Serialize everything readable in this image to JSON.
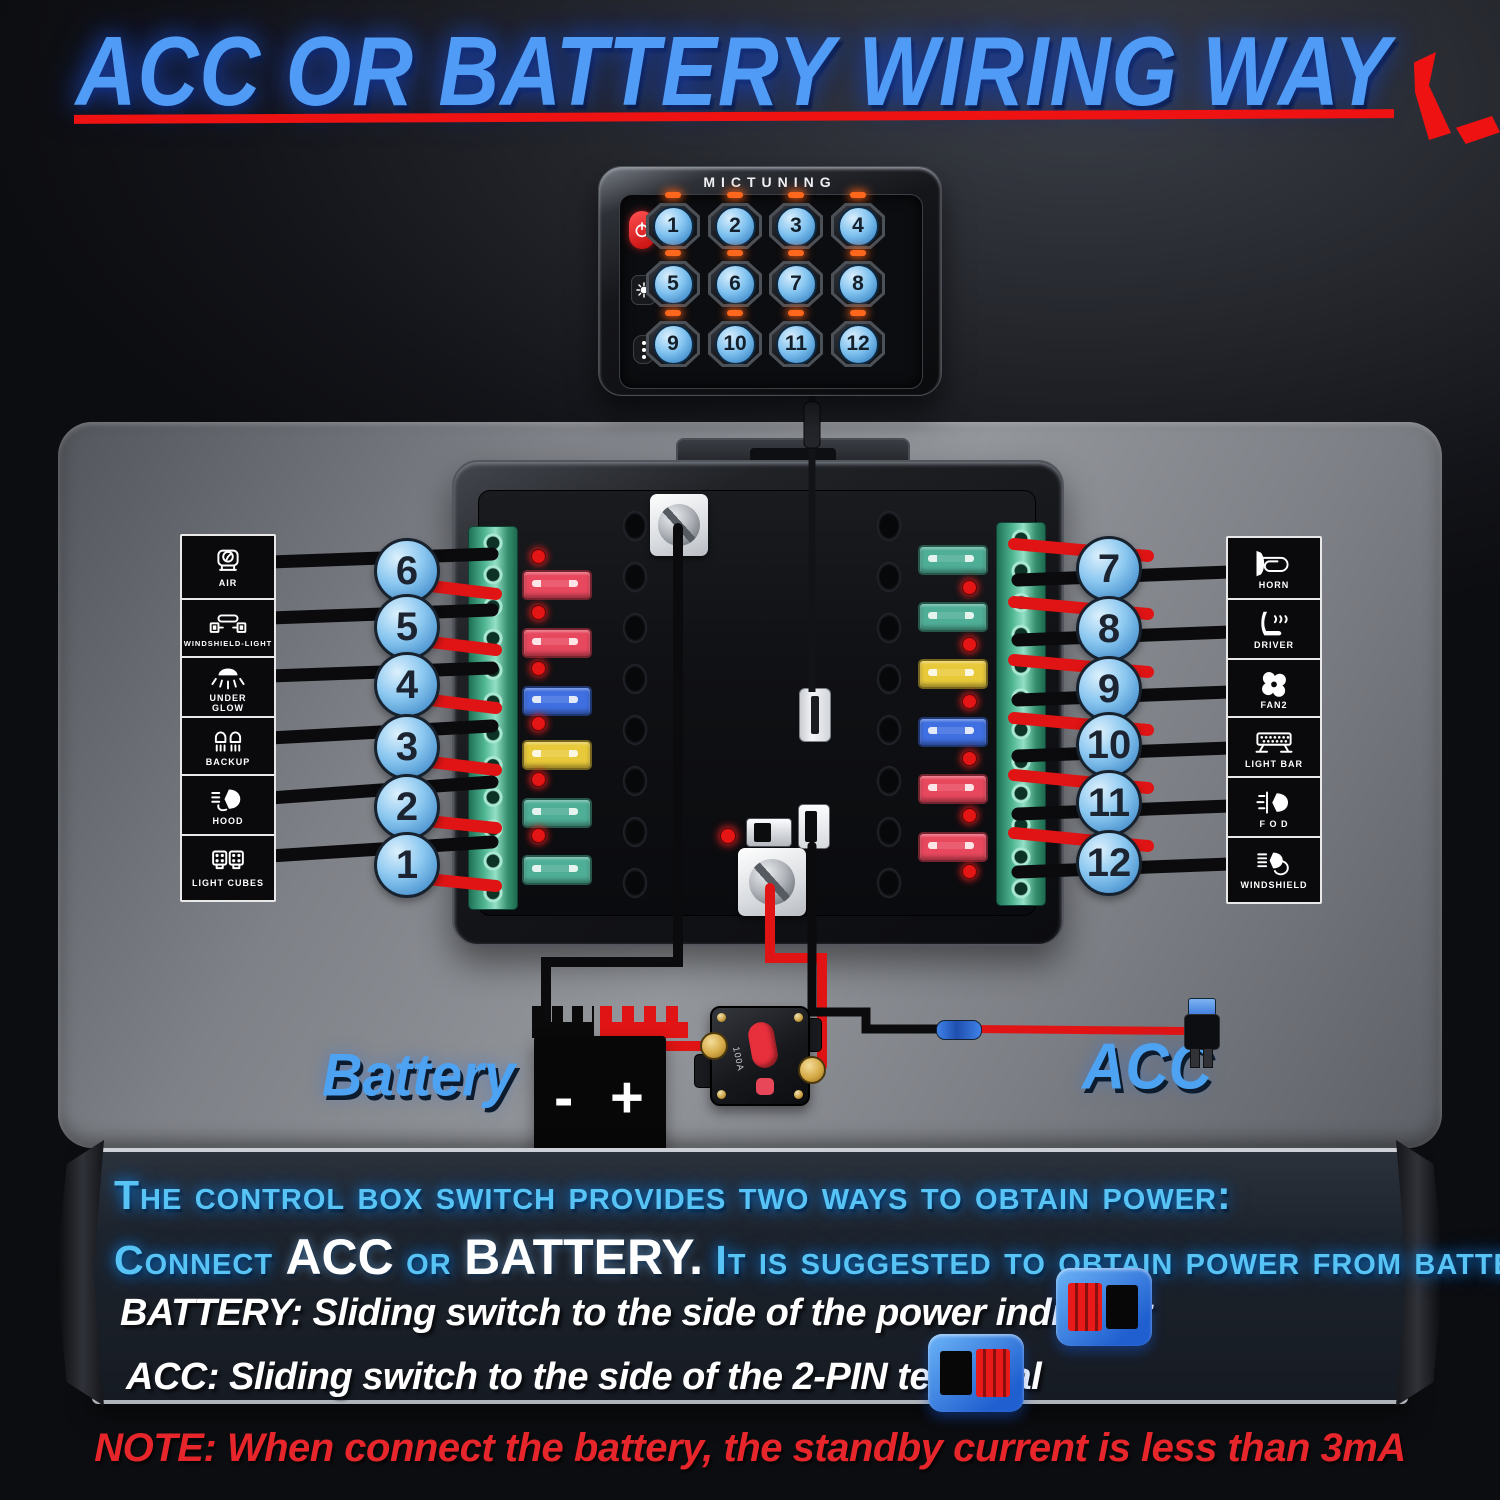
{
  "title": "ACC OR BATTERY WIRING WAY",
  "panel": {
    "brand": "MICTUNING",
    "buttons": [
      "1",
      "2",
      "3",
      "4",
      "5",
      "6",
      "7",
      "8",
      "9",
      "10",
      "11",
      "12"
    ],
    "side_buttons": [
      "power",
      "brightness",
      "mode"
    ]
  },
  "left_channels": [
    {
      "num": "6",
      "label": "AIR",
      "icon": "air-icon"
    },
    {
      "num": "5",
      "label": "WINDSHIELD-LIGHT",
      "icon": "windshield-light-icon"
    },
    {
      "num": "4",
      "label": "UNDER\nGLOW",
      "icon": "under-glow-icon"
    },
    {
      "num": "3",
      "label": "BACKUP",
      "icon": "backup-icon"
    },
    {
      "num": "2",
      "label": "HOOD",
      "icon": "hood-icon"
    },
    {
      "num": "1",
      "label": "LIGHT CUBES",
      "icon": "light-cubes-icon"
    }
  ],
  "right_channels": [
    {
      "num": "7",
      "label": "HORN",
      "icon": "horn-icon"
    },
    {
      "num": "8",
      "label": "DRIVER",
      "icon": "driver-icon"
    },
    {
      "num": "9",
      "label": "FAN2",
      "icon": "fan-icon"
    },
    {
      "num": "10",
      "label": "LIGHT BAR",
      "icon": "light-bar-icon"
    },
    {
      "num": "11",
      "label": "F O D",
      "icon": "fog-light-icon"
    },
    {
      "num": "12",
      "label": "WINDSHIELD",
      "icon": "windshield-icon"
    }
  ],
  "wiring": {
    "battery_label": "Battery",
    "battery_minus": "-",
    "battery_plus": "+",
    "acc_label": "ACC",
    "breaker_rating": "100A"
  },
  "info": {
    "line1": "The control box switch provides two ways to obtain power:",
    "line2_connect": "Connect ",
    "line2_acc": "ACC",
    "line2_or": " or ",
    "line2_battery": "BATTERY.",
    "line2_rest": " It is suggested to obtain power from battery.",
    "battery_instruction": "BATTERY: Sliding switch to the side of the power indicator",
    "acc_instruction": "ACC: Sliding switch to the side of the 2-PIN terminal",
    "note": "NOTE: When connect the battery, the standby current is less than 3mA"
  },
  "fuses_left": [
    "red",
    "red",
    "blue",
    "yellow",
    "green",
    "green"
  ],
  "fuses_right": [
    "green",
    "green",
    "yellow",
    "blue",
    "red",
    "red"
  ],
  "colors": {
    "title_blue": "#4f9bf5",
    "accent_red": "#ee1212",
    "circle_blue": "#7ec1ef",
    "terminal_green": "#46ad89",
    "led_orange": "#ff671c",
    "indicator_red": "#e31515",
    "info_cyan": "#58c4f5",
    "note_red": "#e6262b",
    "fuse_red": "#e8485e",
    "fuse_blue": "#3f6fe0",
    "fuse_yellow": "#e8c93a",
    "fuse_green": "#4fae96"
  }
}
